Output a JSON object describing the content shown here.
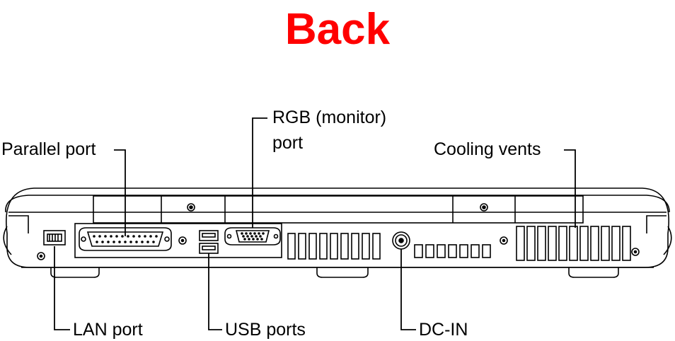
{
  "title": "Back",
  "title_color": "#ff0000",
  "labels": {
    "parallel_port": "Parallel port",
    "rgb_port_line1": "RGB (monitor)",
    "rgb_port_line2": "port",
    "cooling_vents": "Cooling vents",
    "lan_port": "LAN port",
    "usb_ports": "USB ports",
    "dc_in": "DC-IN"
  }
}
